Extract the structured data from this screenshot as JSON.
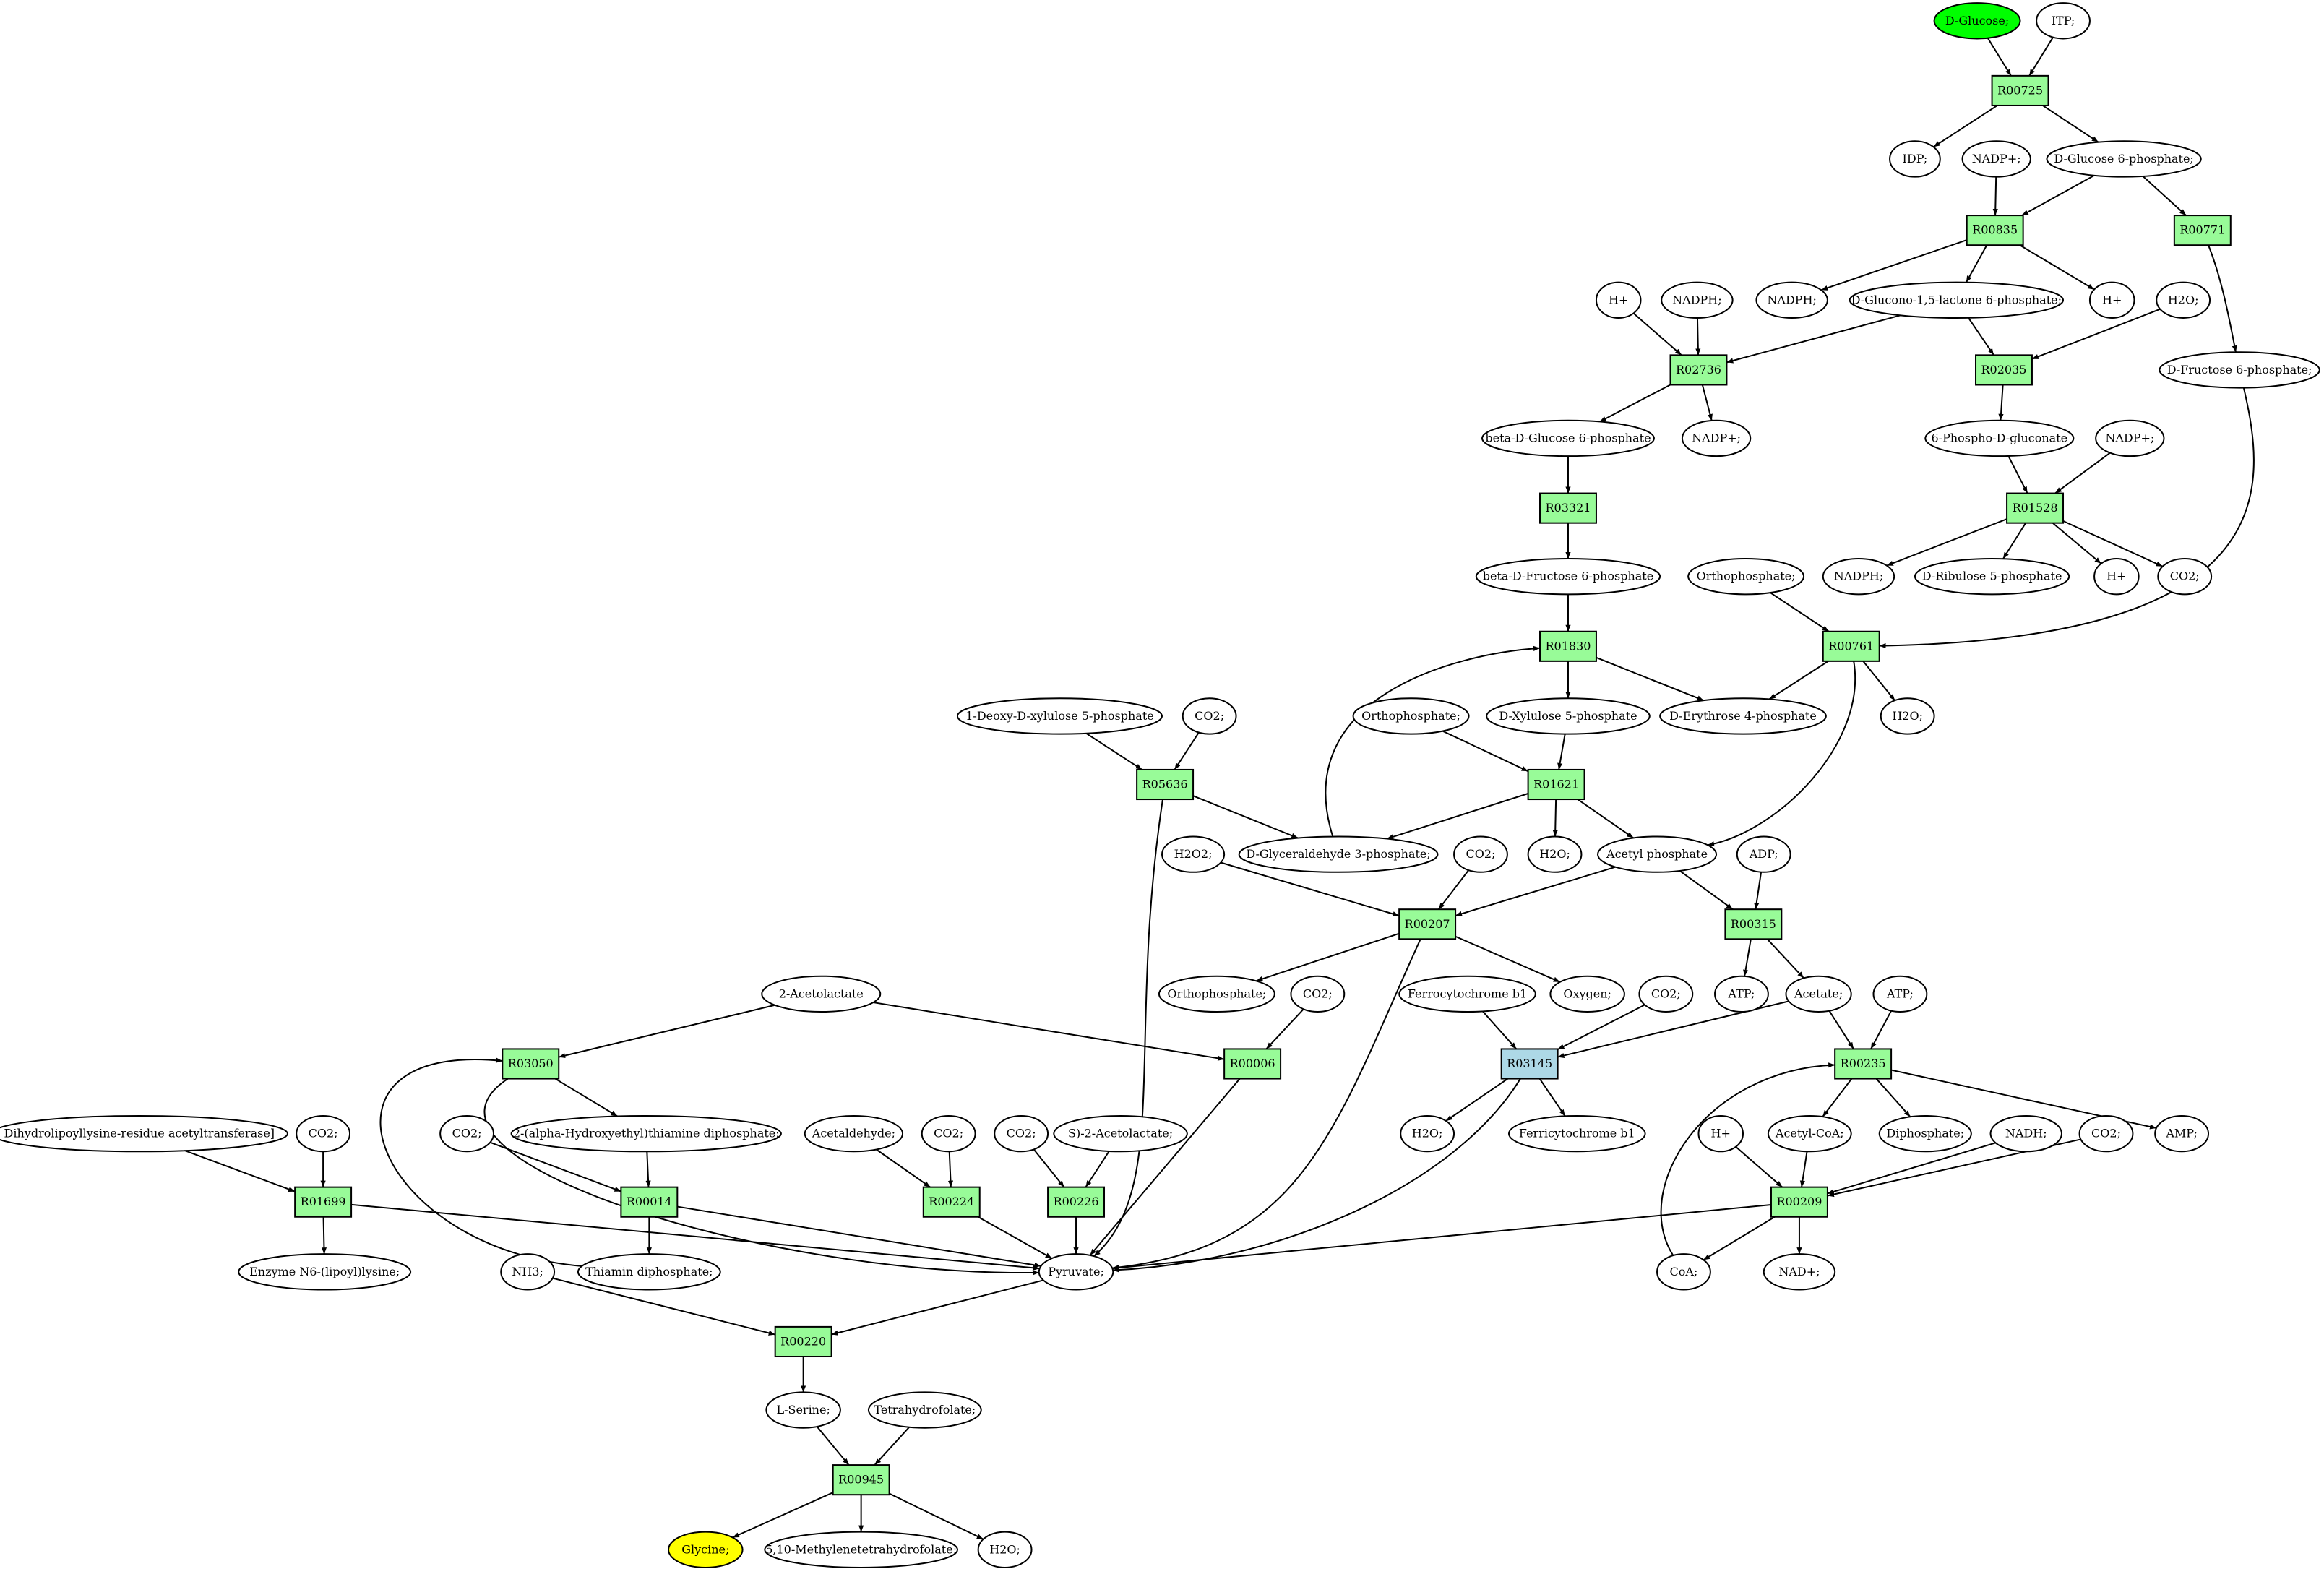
{
  "colors": {
    "reaction": "#98fb98",
    "reaction_alt": "#add8e6",
    "start_compound": "#00ff00",
    "target_compound": "#ffff00",
    "compound": "#ffffff"
  },
  "nodes": {
    "c_glucose": {
      "label": "D-Glucose;",
      "kind": "compound",
      "fill": "start_compound"
    },
    "c_itp": {
      "label": "ITP;",
      "kind": "compound"
    },
    "r_R00725": {
      "label": "R00725",
      "kind": "reaction"
    },
    "c_idp": {
      "label": "IDP;",
      "kind": "compound"
    },
    "c_nadp1": {
      "label": "NADP+;",
      "kind": "compound"
    },
    "c_g6p": {
      "label": "D-Glucose 6-phosphate;",
      "kind": "compound"
    },
    "r_R00835": {
      "label": "R00835",
      "kind": "reaction"
    },
    "r_R00771": {
      "label": "R00771",
      "kind": "reaction"
    },
    "c_h1": {
      "label": "H+",
      "kind": "compound"
    },
    "c_nadph1": {
      "label": "NADPH;",
      "kind": "compound"
    },
    "c_nadph2": {
      "label": "NADPH;",
      "kind": "compound"
    },
    "c_gluconolactone": {
      "label": "D-Glucono-1,5-lactone 6-phosphate;",
      "kind": "compound"
    },
    "c_h2": {
      "label": "H+",
      "kind": "compound"
    },
    "c_h2o1": {
      "label": "H2O;",
      "kind": "compound"
    },
    "r_R02736": {
      "label": "R02736",
      "kind": "reaction"
    },
    "r_R02035": {
      "label": "R02035",
      "kind": "reaction"
    },
    "c_f6p": {
      "label": "D-Fructose 6-phosphate;",
      "kind": "compound"
    },
    "c_bg6p": {
      "label": "beta-D-Glucose 6-phosphate",
      "kind": "compound"
    },
    "c_nadp2": {
      "label": "NADP+;",
      "kind": "compound"
    },
    "c_6pg": {
      "label": "6-Phospho-D-gluconate",
      "kind": "compound"
    },
    "c_nadp3": {
      "label": "NADP+;",
      "kind": "compound"
    },
    "r_R03321": {
      "label": "R03321",
      "kind": "reaction"
    },
    "r_R01528": {
      "label": "R01528",
      "kind": "reaction"
    },
    "c_nadph3": {
      "label": "NADPH;",
      "kind": "compound"
    },
    "c_ribulose": {
      "label": "D-Ribulose 5-phosphate",
      "kind": "compound"
    },
    "c_h3": {
      "label": "H+",
      "kind": "compound"
    },
    "c_co2a": {
      "label": "CO2;",
      "kind": "compound"
    },
    "c_bf6p": {
      "label": "beta-D-Fructose 6-phosphate",
      "kind": "compound"
    },
    "c_orthophos1": {
      "label": "Orthophosphate;",
      "kind": "compound"
    },
    "r_R01830": {
      "label": "R01830",
      "kind": "reaction"
    },
    "r_R00761": {
      "label": "R00761",
      "kind": "reaction"
    },
    "c_deoxyxylulose": {
      "label": "1-Deoxy-D-xylulose 5-phosphate",
      "kind": "compound"
    },
    "c_co2b": {
      "label": "CO2;",
      "kind": "compound"
    },
    "c_orthophos2": {
      "label": "Orthophosphate;",
      "kind": "compound"
    },
    "c_xylulose": {
      "label": "D-Xylulose 5-phosphate",
      "kind": "compound"
    },
    "c_erythrose": {
      "label": "D-Erythrose 4-phosphate",
      "kind": "compound"
    },
    "c_h2o2": {
      "label": "H2O;",
      "kind": "compound"
    },
    "r_R05636": {
      "label": "R05636",
      "kind": "reaction"
    },
    "r_R01621": {
      "label": "R01621",
      "kind": "reaction"
    },
    "c_g3p": {
      "label": "D-Glyceraldehyde 3-phosphate;",
      "kind": "compound"
    },
    "c_h2o3": {
      "label": "H2O;",
      "kind": "compound"
    },
    "c_acetylp": {
      "label": "Acetyl phosphate",
      "kind": "compound"
    },
    "c_h2o2b": {
      "label": "H2O2;",
      "kind": "compound"
    },
    "c_co2c": {
      "label": "CO2;",
      "kind": "compound"
    },
    "c_adp": {
      "label": "ADP;",
      "kind": "compound"
    },
    "r_R00207": {
      "label": "R00207",
      "kind": "reaction"
    },
    "r_R00315": {
      "label": "R00315",
      "kind": "reaction"
    },
    "c_orthophos3": {
      "label": "Orthophosphate;",
      "kind": "compound"
    },
    "c_co2d": {
      "label": "CO2;",
      "kind": "compound"
    },
    "c_oxygen": {
      "label": "Oxygen;",
      "kind": "compound"
    },
    "c_ferrocyt": {
      "label": "Ferrocytochrome b1",
      "kind": "compound"
    },
    "c_co2e": {
      "label": "CO2;",
      "kind": "compound"
    },
    "c_atp1": {
      "label": "ATP;",
      "kind": "compound"
    },
    "c_acetate": {
      "label": "Acetate;",
      "kind": "compound"
    },
    "c_atp2": {
      "label": "ATP;",
      "kind": "compound"
    },
    "c_acetolactate": {
      "label": "2-Acetolactate",
      "kind": "compound"
    },
    "r_R03050": {
      "label": "R03050",
      "kind": "reaction"
    },
    "r_R00006": {
      "label": "R00006",
      "kind": "reaction"
    },
    "r_R03145": {
      "label": "R03145",
      "kind": "reaction",
      "fill": "reaction_alt"
    },
    "r_R00235": {
      "label": "R00235",
      "kind": "reaction"
    },
    "c_dihydrolipoyl": {
      "label": "Dihydrolipoyllysine-residue acetyltransferase]",
      "kind": "compound"
    },
    "c_co2f": {
      "label": "CO2;",
      "kind": "compound"
    },
    "c_co2g": {
      "label": "CO2;",
      "kind": "compound"
    },
    "c_hethtpp": {
      "label": "2-(alpha-Hydroxyethyl)thiamine diphosphate;",
      "kind": "compound"
    },
    "c_acetaldehyde": {
      "label": "Acetaldehyde;",
      "kind": "compound"
    },
    "c_co2h": {
      "label": "CO2;",
      "kind": "compound"
    },
    "c_co2i": {
      "label": "CO2;",
      "kind": "compound"
    },
    "c_sacetolactate": {
      "label": "S)-2-Acetolactate;",
      "kind": "compound"
    },
    "c_h2o4": {
      "label": "H2O;",
      "kind": "compound"
    },
    "c_ferricyt": {
      "label": "Ferricytochrome b1",
      "kind": "compound"
    },
    "c_h4": {
      "label": "H+",
      "kind": "compound"
    },
    "c_acetylcoa": {
      "label": "Acetyl-CoA;",
      "kind": "compound"
    },
    "c_diphosphate": {
      "label": "Diphosphate;",
      "kind": "compound"
    },
    "c_nadh": {
      "label": "NADH;",
      "kind": "compound"
    },
    "c_co2j": {
      "label": "CO2;",
      "kind": "compound"
    },
    "c_amp": {
      "label": "AMP;",
      "kind": "compound"
    },
    "r_R01699": {
      "label": "R01699",
      "kind": "reaction"
    },
    "r_R00014": {
      "label": "R00014",
      "kind": "reaction"
    },
    "r_R00224": {
      "label": "R00224",
      "kind": "reaction"
    },
    "r_R00226": {
      "label": "R00226",
      "kind": "reaction"
    },
    "r_R00209": {
      "label": "R00209",
      "kind": "reaction"
    },
    "c_lipoyllysine": {
      "label": "Enzyme N6-(lipoyl)lysine;",
      "kind": "compound"
    },
    "c_thiamindp": {
      "label": "Thiamin diphosphate;",
      "kind": "compound"
    },
    "c_pyruvate": {
      "label": "Pyruvate;",
      "kind": "compound"
    },
    "c_coa": {
      "label": "CoA;",
      "kind": "compound"
    },
    "c_nad": {
      "label": "NAD+;",
      "kind": "compound"
    },
    "c_nh3": {
      "label": "NH3;",
      "kind": "compound"
    },
    "r_R00220": {
      "label": "R00220",
      "kind": "reaction"
    },
    "c_serine": {
      "label": "L-Serine;",
      "kind": "compound"
    },
    "c_thf": {
      "label": "Tetrahydrofolate;",
      "kind": "compound"
    },
    "r_R00945": {
      "label": "R00945",
      "kind": "reaction"
    },
    "c_glycine": {
      "label": "Glycine;",
      "kind": "compound",
      "fill": "target_compound"
    },
    "c_methylenethf": {
      "label": "5,10-Methylenetetrahydrofolate;",
      "kind": "compound"
    },
    "c_h2o5": {
      "label": "H2O;",
      "kind": "compound"
    }
  },
  "edges": [
    [
      "c_glucose",
      "r_R00725"
    ],
    [
      "c_itp",
      "r_R00725"
    ],
    [
      "r_R00725",
      "c_idp"
    ],
    [
      "r_R00725",
      "c_g6p"
    ],
    [
      "c_nadp1",
      "r_R00835"
    ],
    [
      "c_g6p",
      "r_R00835"
    ],
    [
      "c_g6p",
      "r_R00771"
    ],
    [
      "r_R00835",
      "c_nadph2"
    ],
    [
      "r_R00835",
      "c_gluconolactone"
    ],
    [
      "r_R00835",
      "c_h2"
    ],
    [
      "c_h1",
      "r_R02736"
    ],
    [
      "c_nadph1",
      "r_R02736"
    ],
    [
      "c_gluconolactone",
      "r_R02736"
    ],
    [
      "c_gluconolactone",
      "r_R02035"
    ],
    [
      "c_h2o1",
      "r_R02035"
    ],
    [
      "r_R00771",
      "c_f6p"
    ],
    [
      "r_R02736",
      "c_bg6p"
    ],
    [
      "r_R02736",
      "c_nadp2"
    ],
    [
      "r_R02035",
      "c_6pg"
    ],
    [
      "c_bg6p",
      "r_R03321"
    ],
    [
      "c_6pg",
      "r_R01528"
    ],
    [
      "c_nadp3",
      "r_R01528"
    ],
    [
      "r_R01528",
      "c_nadph3"
    ],
    [
      "r_R01528",
      "c_ribulose"
    ],
    [
      "r_R01528",
      "c_h3"
    ],
    [
      "r_R01528",
      "c_co2a"
    ],
    [
      "r_R03321",
      "c_bf6p"
    ],
    [
      "c_bf6p",
      "r_R01830"
    ],
    [
      "c_orthophos1",
      "r_R00761"
    ],
    [
      "c_f6p",
      "r_R00761"
    ],
    [
      "r_R01830",
      "c_xylulose"
    ],
    [
      "r_R01830",
      "c_erythrose"
    ],
    [
      "r_R00761",
      "c_erythrose"
    ],
    [
      "r_R00761",
      "c_h2o2"
    ],
    [
      "r_R00761",
      "c_acetylp"
    ],
    [
      "c_deoxyxylulose",
      "r_R05636"
    ],
    [
      "c_co2b",
      "r_R05636"
    ],
    [
      "c_orthophos2",
      "r_R01621"
    ],
    [
      "c_xylulose",
      "r_R01621"
    ],
    [
      "r_R05636",
      "c_g3p"
    ],
    [
      "r_R05636",
      "c_pyruvate"
    ],
    [
      "r_R01621",
      "c_g3p"
    ],
    [
      "r_R01621",
      "c_h2o3"
    ],
    [
      "r_R01621",
      "c_acetylp"
    ],
    [
      "c_g3p",
      "r_R01830"
    ],
    [
      "c_h2o2b",
      "r_R00207"
    ],
    [
      "c_co2c",
      "r_R00207"
    ],
    [
      "c_acetylp",
      "r_R00207"
    ],
    [
      "c_acetylp",
      "r_R00315"
    ],
    [
      "c_adp",
      "r_R00315"
    ],
    [
      "r_R00207",
      "c_orthophos3"
    ],
    [
      "r_R00207",
      "c_oxygen"
    ],
    [
      "r_R00207",
      "c_pyruvate"
    ],
    [
      "r_R00315",
      "c_atp1"
    ],
    [
      "r_R00315",
      "c_acetate"
    ],
    [
      "c_co2d",
      "r_R00006"
    ],
    [
      "c_ferrocyt",
      "r_R03145"
    ],
    [
      "c_co2e",
      "r_R03145"
    ],
    [
      "c_acetate",
      "r_R03145"
    ],
    [
      "c_acetate",
      "r_R00235"
    ],
    [
      "c_atp2",
      "r_R00235"
    ],
    [
      "c_acetolactate",
      "r_R03050"
    ],
    [
      "c_acetolactate",
      "r_R00006"
    ],
    [
      "r_R03050",
      "c_hethtpp"
    ],
    [
      "r_R03050",
      "c_pyruvate"
    ],
    [
      "r_R00006",
      "c_pyruvate"
    ],
    [
      "r_R03145",
      "c_h2o4"
    ],
    [
      "r_R03145",
      "c_ferricyt"
    ],
    [
      "r_R03145",
      "c_pyruvate"
    ],
    [
      "r_R00235",
      "c_acetylcoa"
    ],
    [
      "r_R00235",
      "c_diphosphate"
    ],
    [
      "r_R00235",
      "c_amp"
    ],
    [
      "c_dihydrolipoyl",
      "r_R01699"
    ],
    [
      "c_co2f",
      "r_R01699"
    ],
    [
      "c_co2g",
      "r_R00014"
    ],
    [
      "c_hethtpp",
      "r_R00014"
    ],
    [
      "c_acetaldehyde",
      "r_R00224"
    ],
    [
      "c_co2h",
      "r_R00224"
    ],
    [
      "c_co2i",
      "r_R00226"
    ],
    [
      "c_sacetolactate",
      "r_R00226"
    ],
    [
      "c_h4",
      "r_R00209"
    ],
    [
      "c_acetylcoa",
      "r_R00209"
    ],
    [
      "c_nadh",
      "r_R00209"
    ],
    [
      "c_co2j",
      "r_R00209"
    ],
    [
      "r_R01699",
      "c_lipoyllysine"
    ],
    [
      "r_R01699",
      "c_pyruvate"
    ],
    [
      "r_R00014",
      "c_thiamindp"
    ],
    [
      "r_R00014",
      "c_pyruvate"
    ],
    [
      "r_R00224",
      "c_pyruvate"
    ],
    [
      "r_R00226",
      "c_pyruvate"
    ],
    [
      "r_R00209",
      "c_pyruvate"
    ],
    [
      "r_R00209",
      "c_coa"
    ],
    [
      "r_R00209",
      "c_nad"
    ],
    [
      "c_thiamindp",
      "r_R03050"
    ],
    [
      "c_coa",
      "r_R00235"
    ],
    [
      "c_nh3",
      "r_R00220"
    ],
    [
      "c_pyruvate",
      "r_R00220"
    ],
    [
      "r_R00220",
      "c_serine"
    ],
    [
      "c_serine",
      "r_R00945"
    ],
    [
      "c_thf",
      "r_R00945"
    ],
    [
      "r_R00945",
      "c_glycine"
    ],
    [
      "r_R00945",
      "c_methylenethf"
    ],
    [
      "r_R00945",
      "c_h2o5"
    ]
  ]
}
